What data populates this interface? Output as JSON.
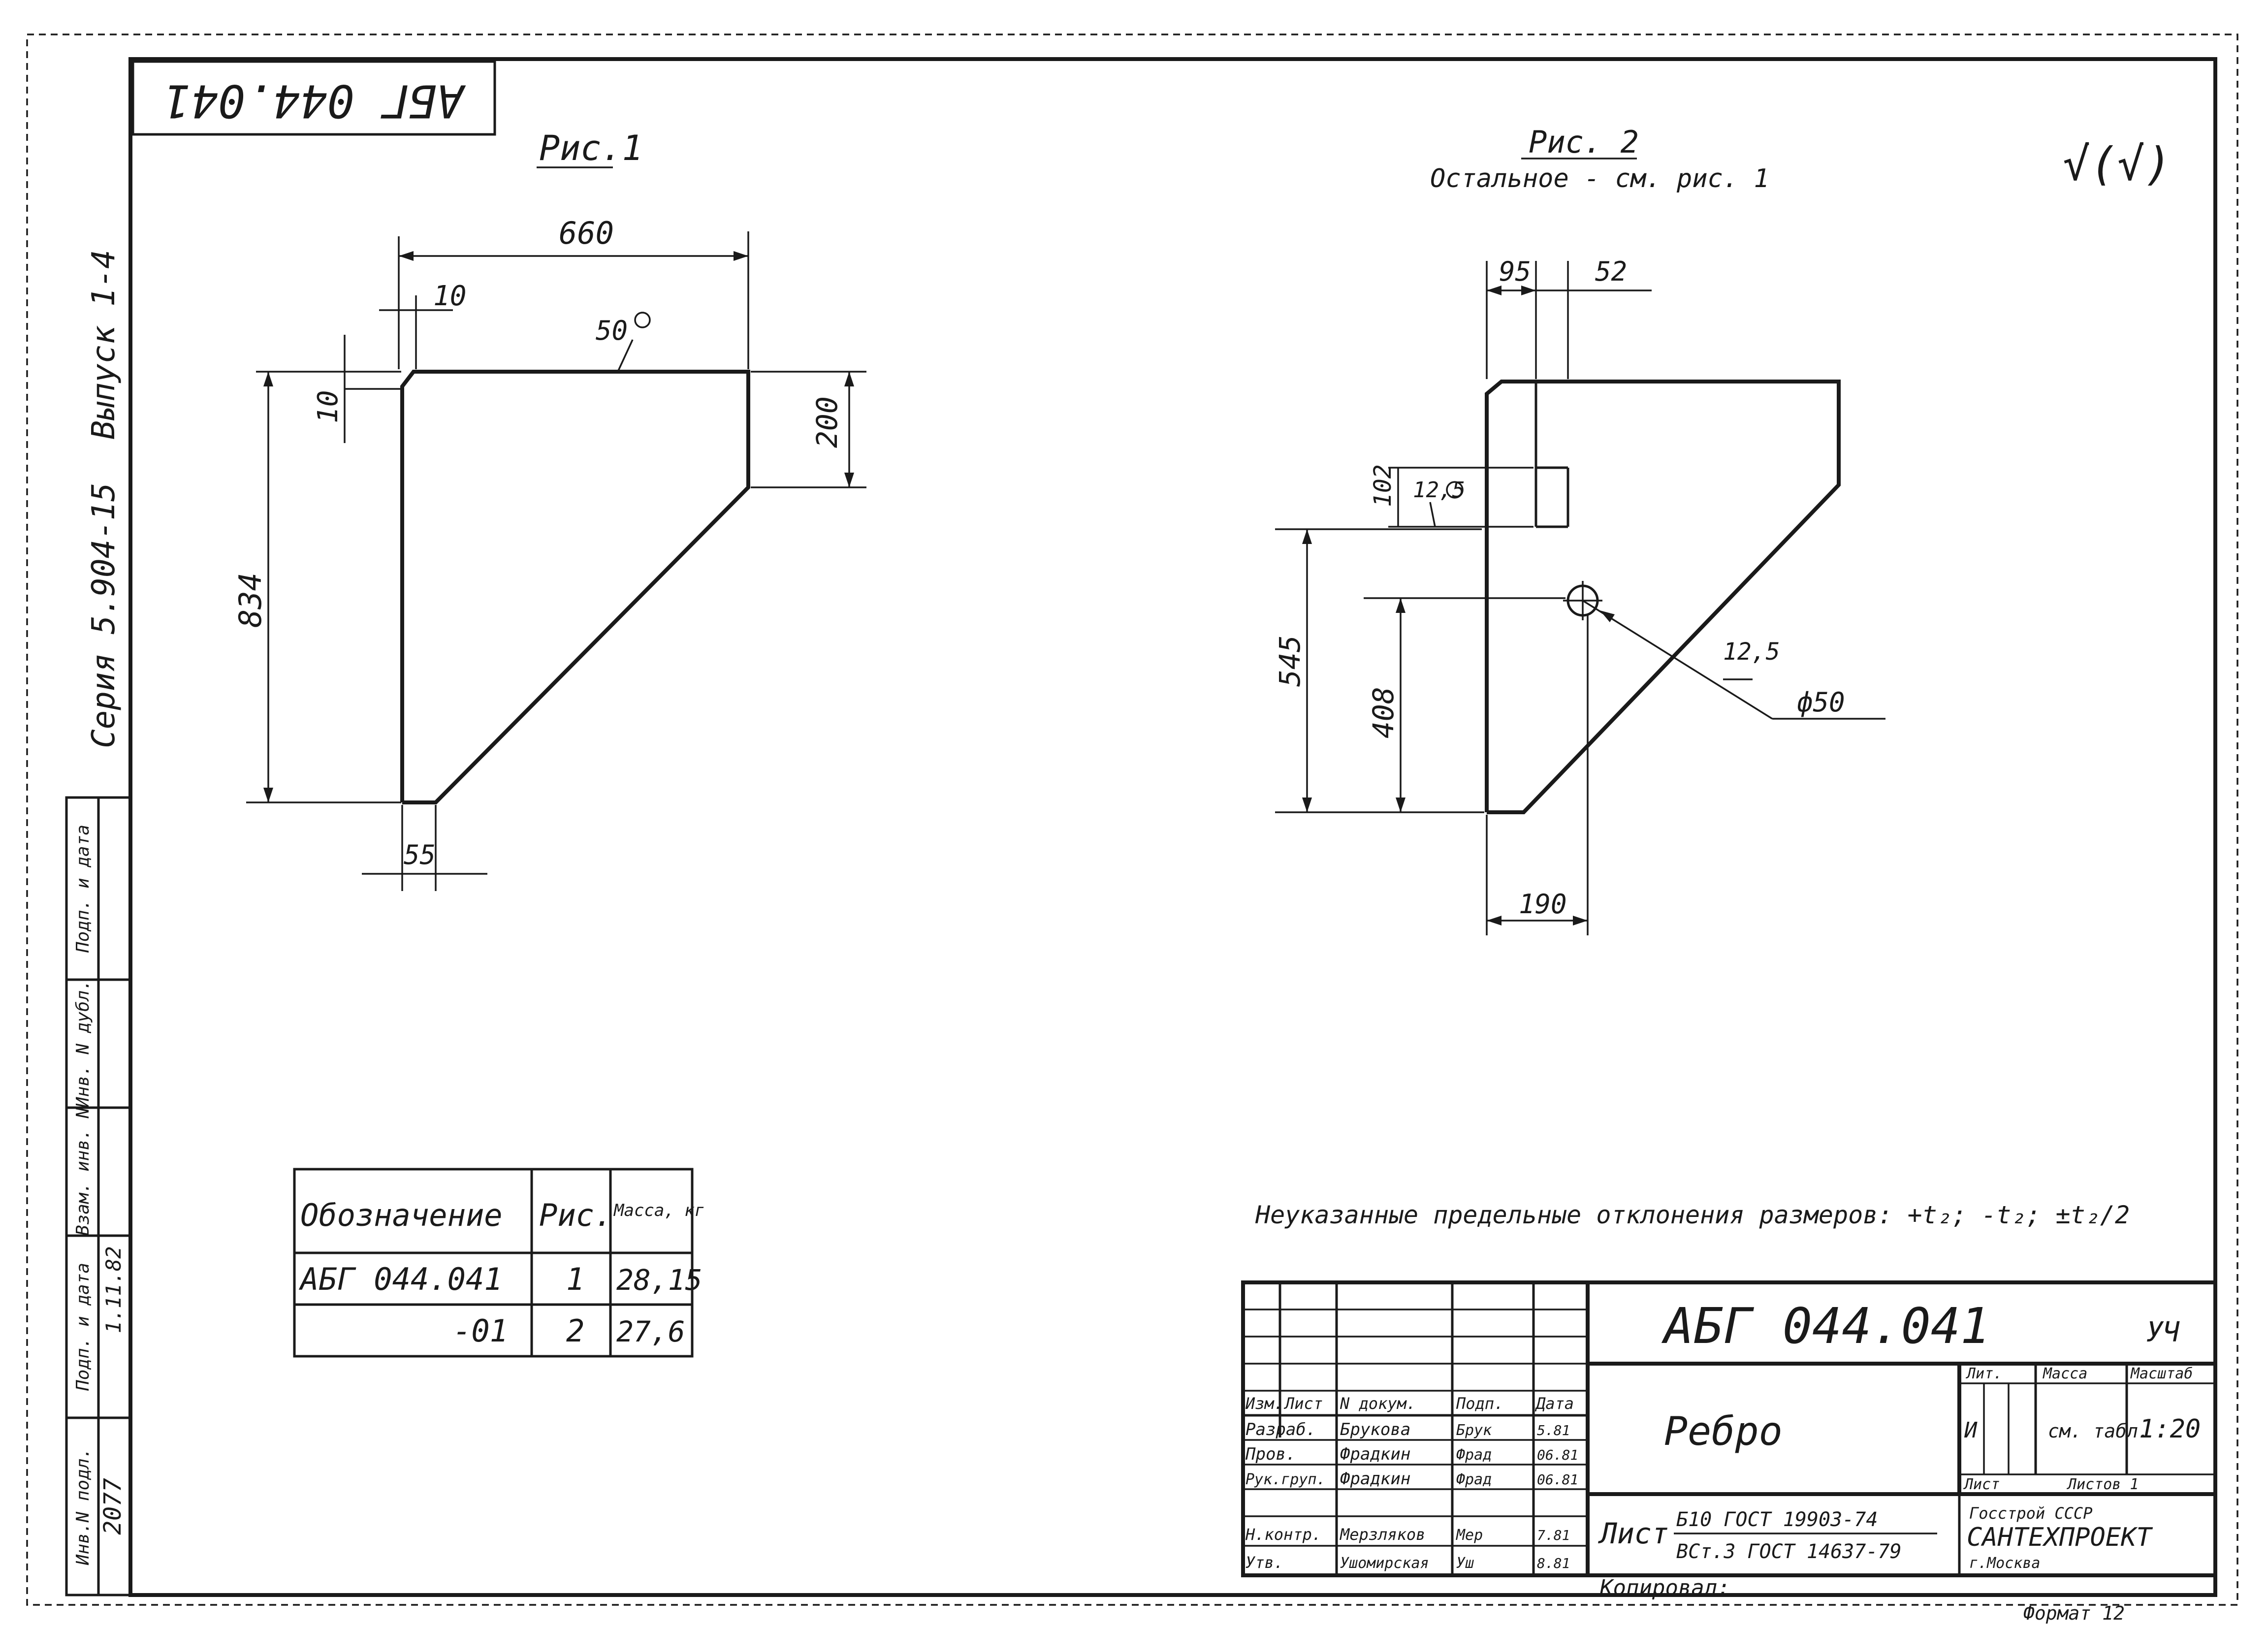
{
  "stamp_rotated": "АБГ 044.041",
  "margin": {
    "series": "Серия 5.904-15",
    "issue": "Выпуск 1-4",
    "columns": [
      "Инв.N подл.",
      "Подп. и дата",
      "Взам. инв. N",
      "Инв. N дубл.",
      "Подп. и дата"
    ],
    "inv_number": "2077",
    "sign_date": "1.11.82"
  },
  "fig1": {
    "title": "Рис.1",
    "dims": {
      "width": "660",
      "left_gap": "10",
      "top_gap": "10",
      "height": "834",
      "right_height": "200",
      "bottom": "55",
      "weld": "50"
    }
  },
  "fig2": {
    "title": "Рис. 2",
    "subtitle": "Остальное - см. рис. 1",
    "dims": {
      "d95": "95",
      "d52": "52",
      "d102": "102",
      "weld1": "12,5",
      "d545": "545",
      "d408": "408",
      "weld2": "12,5",
      "hole": "ф50",
      "d190": "190"
    }
  },
  "roughness": "√(√)",
  "table": {
    "headers": [
      "Обозначение",
      "Рис.",
      "Масса, кг"
    ],
    "rows": [
      [
        "АБГ 044.041",
        "1",
        "28,15"
      ],
      [
        "-01",
        "2",
        "27,6"
      ]
    ]
  },
  "tolerance_note": "Неуказанные предельные отклонения размеров: +t₂; -t₂; ±t₂/2",
  "title_block": {
    "designation": "АБГ 044.041",
    "fmt_corner": "УЧ",
    "part_name": "Ребро",
    "lit_header": "Лит.",
    "mass_header": "Масса",
    "scale_header": "Масштаб",
    "mass_value": "см. табл.",
    "scale_value": "1:20",
    "sheet_label": "Лист",
    "sheets_label": "Листов 1",
    "lit_value": "И",
    "material_label": "Лист",
    "material_top": "Б10 ГОСТ 19903-74",
    "material_bottom": "ВСт.3 ГОСТ 14637-79",
    "org_line1": "Госстрой СССР",
    "org_line2": "САНТЕХПРОЕКТ",
    "org_line3": "г.Москва",
    "col_headers": [
      "Изм.",
      "Лист",
      "N докум.",
      "Подп.",
      "Дата"
    ],
    "people": [
      {
        "role": "Разраб.",
        "name": "Брукова",
        "sign": "Брук",
        "date": "5.81"
      },
      {
        "role": "Пров.",
        "name": "Фрадкин",
        "sign": "Фрад",
        "date": "06.81"
      },
      {
        "role": "Рук.груп.",
        "name": "Фрадкин",
        "sign": "Фрад",
        "date": "06.81"
      },
      {
        "role": "Н.контр.",
        "name": "Мерзляков",
        "sign": "Мер",
        "date": "7.81"
      },
      {
        "role": "Утв.",
        "name": "Ушомирская",
        "sign": "Уш",
        "date": "8.81"
      }
    ]
  },
  "copied": "Копировал:",
  "format": "Формат 12"
}
